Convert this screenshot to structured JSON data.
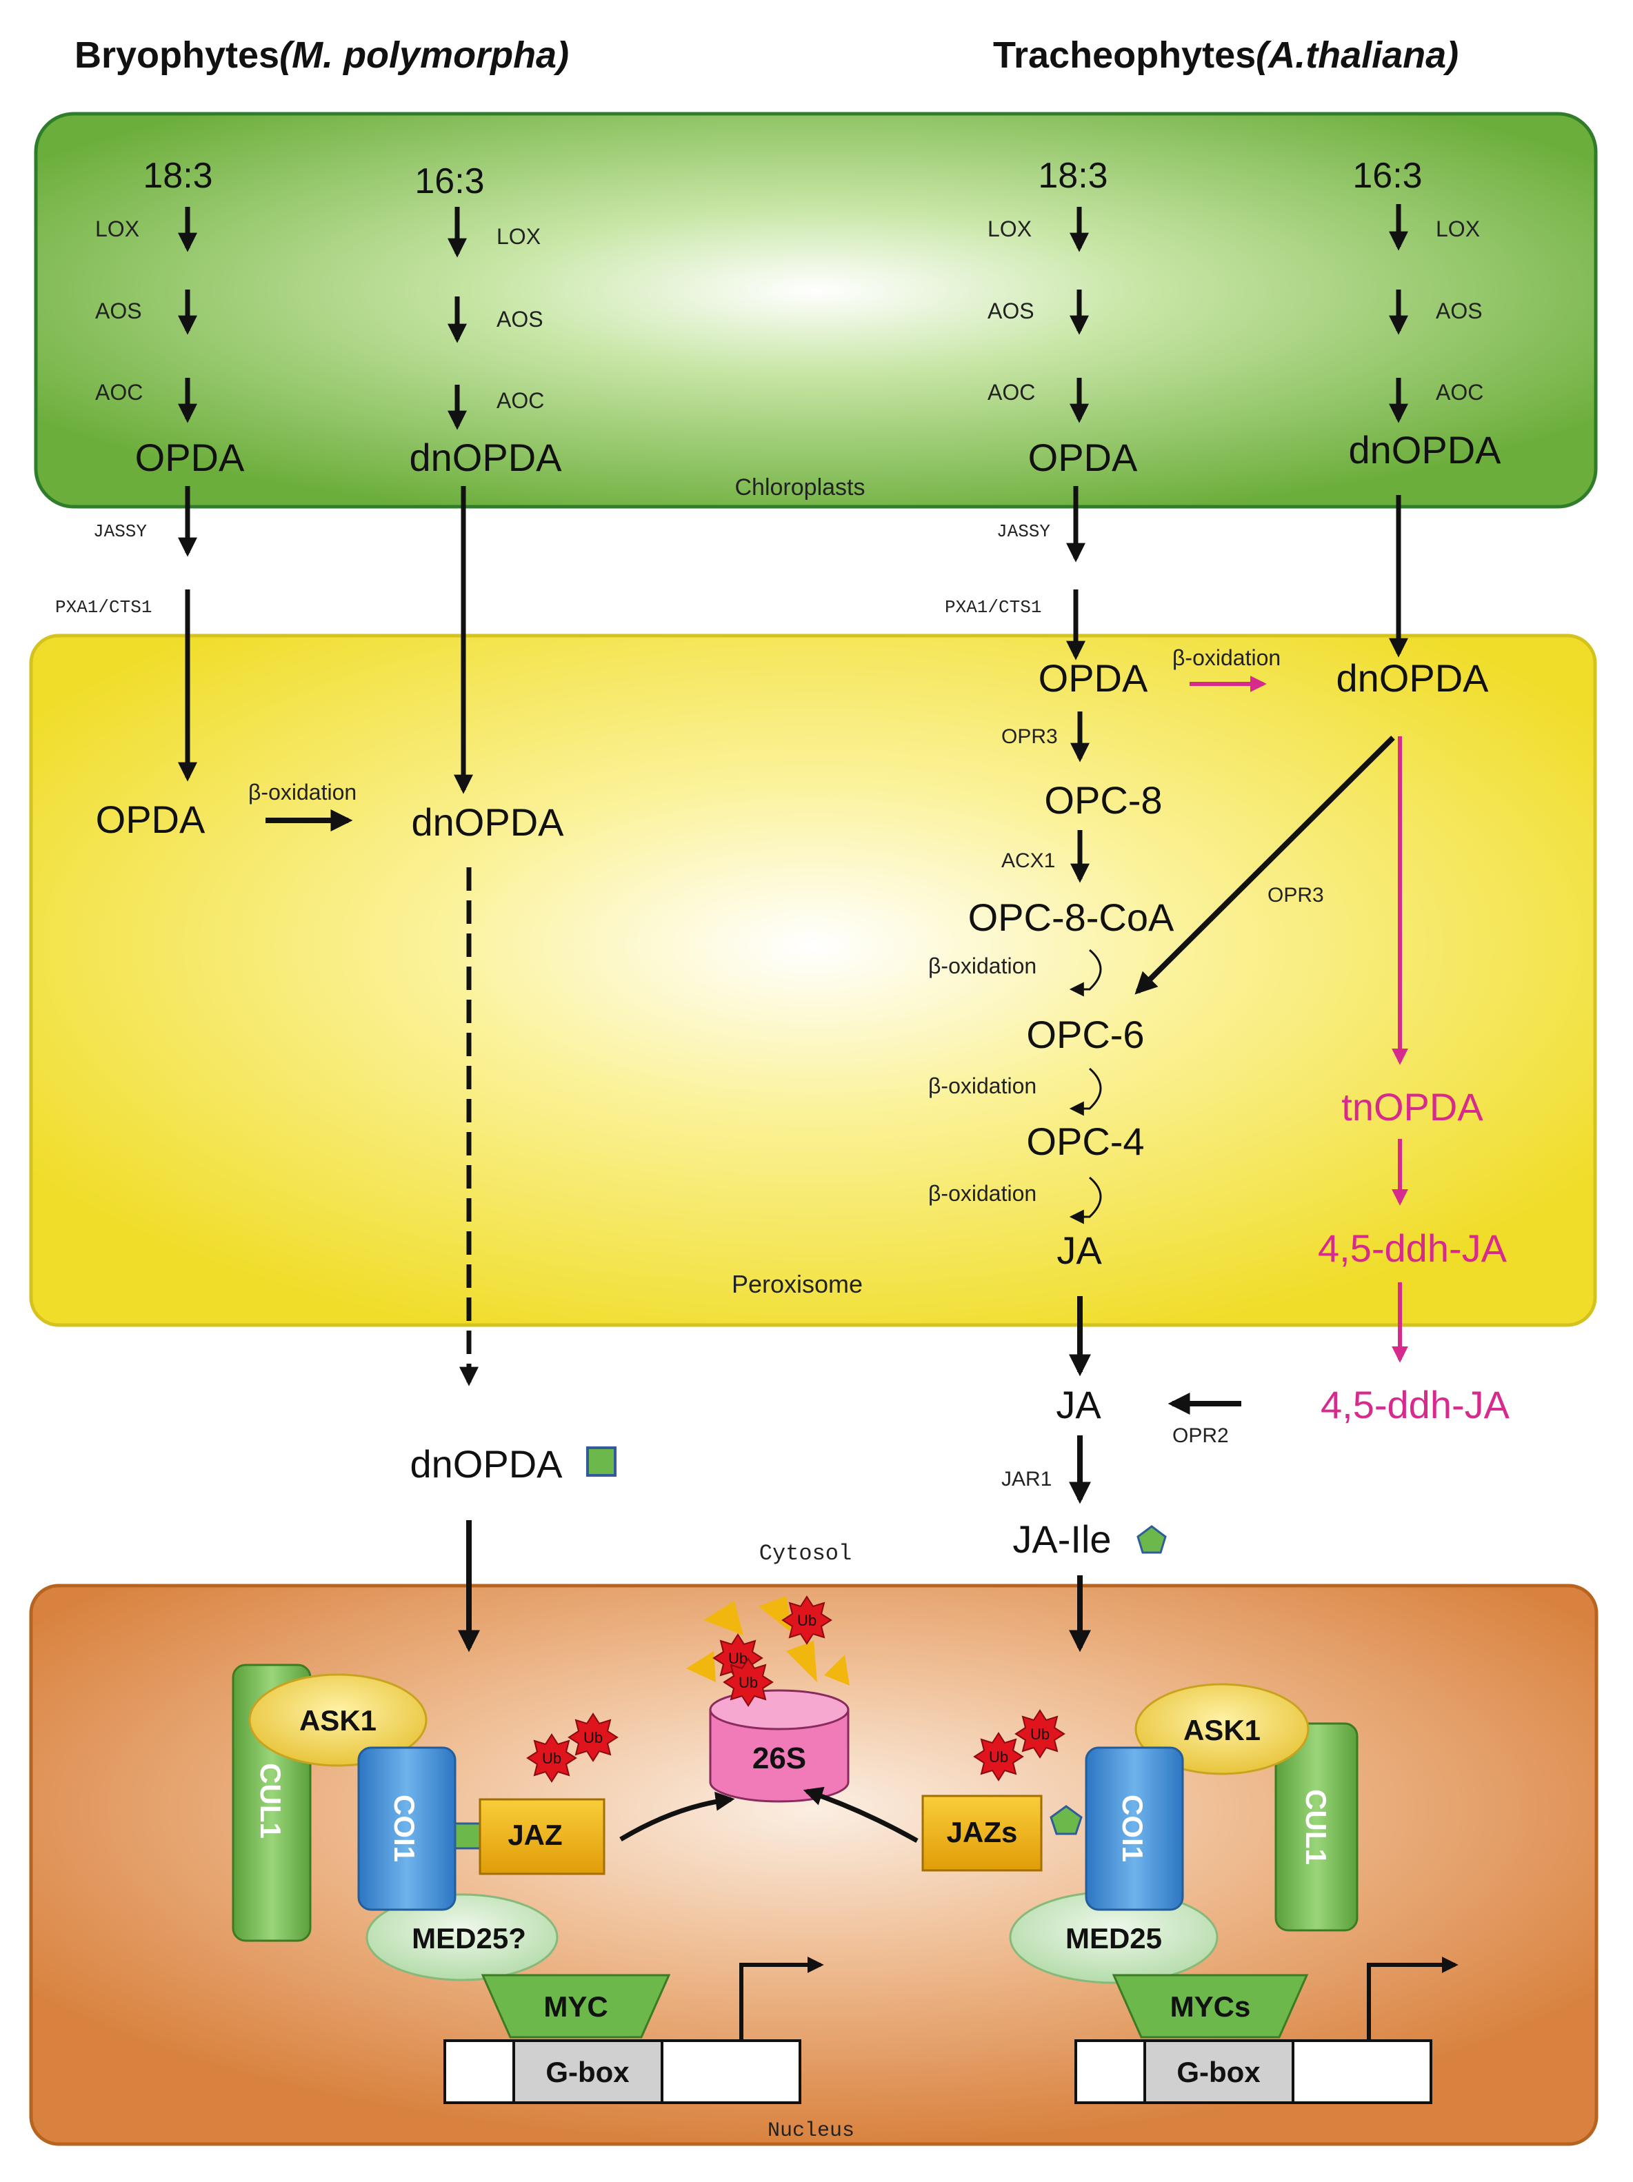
{
  "headers": {
    "left_prefix": "Bryophytes",
    "left_species": "(M. polymorpha)",
    "right_prefix": "Tracheophytes",
    "right_species": "(A.thaliana)"
  },
  "compartments": {
    "chloroplast": "Chloroplasts",
    "peroxisome": "Peroxisome",
    "cytosol": "Cytosol",
    "nucleus": "Nucleus"
  },
  "chloroplast_columns": {
    "bryo_183": {
      "substrate": "18:3",
      "enzymes": [
        "LOX",
        "AOS",
        "AOC"
      ],
      "product": "OPDA"
    },
    "bryo_163": {
      "substrate": "16:3",
      "enzymes": [
        "LOX",
        "AOS",
        "AOC"
      ],
      "product": "dnOPDA"
    },
    "trach_183": {
      "substrate": "18:3",
      "enzymes": [
        "LOX",
        "AOS",
        "AOC"
      ],
      "product": "OPDA"
    },
    "trach_163": {
      "substrate": "16:3",
      "enzymes": [
        "LOX",
        "AOS",
        "AOC"
      ],
      "product": "dnOPDA"
    }
  },
  "transport": {
    "jassy": "JASSY",
    "pxa1": "PXA1/CTS1"
  },
  "peroxisome_left": {
    "opda": "OPDA",
    "beta_ox": "β-oxidation",
    "dnopda": "dnOPDA"
  },
  "peroxisome_right": {
    "opda": "OPDA",
    "beta_ox_top": "β-oxidation",
    "dnopda": "dnOPDA",
    "opr3_left": "OPR3",
    "opc8": "OPC-8",
    "acx1": "ACX1",
    "opc8coa": "OPC-8-CoA",
    "opr3_right": "OPR3",
    "beta_ox_1": "β-oxidation",
    "opc6": "OPC-6",
    "beta_ox_2": "β-oxidation",
    "opc4": "OPC-4",
    "beta_ox_3": "β-oxidation",
    "ja": "JA",
    "tnopda": "tnOPDA",
    "ddh_ja": "4,5-ddh-JA"
  },
  "cytosol_items": {
    "dnopda": "dnOPDA",
    "ja": "JA",
    "opr2": "OPR2",
    "ddh_ja": "4,5-ddh-JA",
    "jar1": "JAR1",
    "ja_ile": "JA-Ile"
  },
  "nucleus_left": {
    "ask1": "ASK1",
    "cul1": "CUL1",
    "coi1": "COI1",
    "jaz": "JAZ",
    "med25": "MED25?",
    "myc": "MYC",
    "gbox": "G-box",
    "ub": "Ub"
  },
  "nucleus_right": {
    "ask1": "ASK1",
    "cul1": "CUL1",
    "coi1": "COI1",
    "jaz": "JAZs",
    "med25": "MED25",
    "myc": "MYCs",
    "gbox": "G-box",
    "ub": "Ub"
  },
  "proteasome": {
    "label": "26S",
    "ub": "Ub"
  },
  "colors": {
    "chloroplast_fill": "#7dbf4a",
    "peroxisome_fill": "#f3e33a",
    "nucleus_fill": "#e08a4c",
    "magenta": "#d62a8c",
    "coi1": "#3f8fd6",
    "jaz": "#f2b70e",
    "med25": "#c8e6c1",
    "myc": "#6cb84a",
    "ask1": "#f1d84f",
    "proteasome": "#f07bb8",
    "ubiquitin": "#e0141c"
  }
}
